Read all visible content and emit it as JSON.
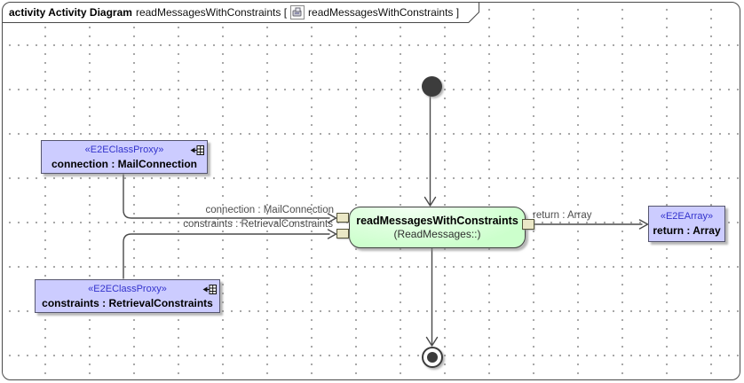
{
  "frame": {
    "title": {
      "keyword": "activity Activity Diagram",
      "diagram_name": "readMessagesWithConstraints [",
      "context_name": "readMessagesWithConstraints ]",
      "icon": "activity-diagram-icon"
    }
  },
  "nodes": {
    "connection_proxy": {
      "stereotype": "«E2EClassProxy»",
      "name": "connection : MailConnection",
      "icon": "element-import-icon"
    },
    "constraints_proxy": {
      "stereotype": "«E2EClassProxy»",
      "name": "constraints : RetrievalConstraints",
      "icon": "element-import-icon"
    },
    "action": {
      "name": "readMessagesWithConstraints",
      "qualifier": "(ReadMessages::)"
    },
    "return_array": {
      "stereotype": "«E2EArray»",
      "name": "return : Array"
    }
  },
  "edges": {
    "connection": {
      "label": "connection : MailConnection"
    },
    "constraints": {
      "label": "constraints : RetrievalConstraints"
    },
    "return": {
      "label": "return : Array"
    }
  },
  "colors": {
    "action_fill": "#ccffcc",
    "proxy_fill": "#ccccff",
    "pin_fill": "#eae7c6",
    "stereotype_text": "#3333cc",
    "line": "#4a4a4a",
    "grid_dot": "#9b9b9b"
  }
}
